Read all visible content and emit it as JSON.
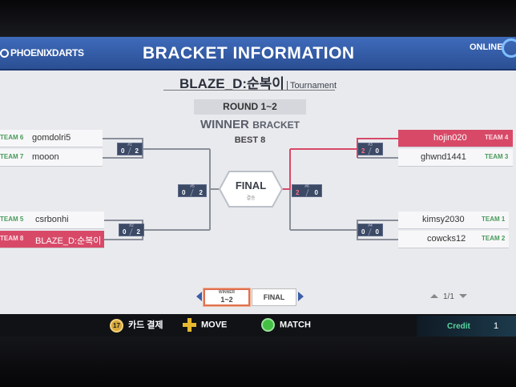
{
  "header": {
    "logo": "PHOENIXDARTS",
    "title": "BRACKET INFORMATION",
    "status": "ONLINE"
  },
  "tournament": {
    "name": "BLAZE_D:순복이",
    "type": "Tournament"
  },
  "round": {
    "label": "ROUND 1~2",
    "bracket_main": "WINNER",
    "bracket_sub": "BRACKET",
    "best": "BEST 8"
  },
  "left_top": {
    "a_team": "TEAM 6",
    "a_player": "gomdolri5",
    "b_team": "TEAM 7",
    "b_player": "mooon",
    "badge": "#1",
    "score_a": "0",
    "score_b": "2"
  },
  "left_bottom": {
    "a_team": "TEAM 5",
    "a_player": "csrbonhi",
    "b_team": "TEAM 8",
    "b_player": "BLAZE_D:순복이",
    "badge": "#2",
    "score_a": "0",
    "score_b": "2"
  },
  "left_semi": {
    "badge": "#5",
    "score_a": "0",
    "score_b": "2"
  },
  "right_top": {
    "a_team": "TEAM 4",
    "a_player": "hojin020",
    "b_team": "TEAM 3",
    "b_player": "ghwnd1441",
    "badge": "#3",
    "score_a": "2",
    "score_b": "0"
  },
  "right_bottom": {
    "a_team": "TEAM 1",
    "a_player": "kimsy2030",
    "b_team": "TEAM 2",
    "b_player": "cowcks12",
    "badge": "#4",
    "score_a": "0",
    "score_b": "0"
  },
  "right_semi": {
    "badge": "#6",
    "score_a": "2",
    "score_b": "0"
  },
  "final": {
    "label": "FINAL",
    "sub": "결승"
  },
  "pager": {
    "tab1_top": "WINNER",
    "tab1_bottom": "1~2",
    "tab2": "FINAL",
    "page": "1/1"
  },
  "footer": {
    "card_icon": "17",
    "card_label": "카드 결제",
    "move_label": "MOVE",
    "match_label": "MATCH",
    "credit_label": "Credit",
    "credit_value": "1"
  },
  "colors": {
    "header": "#2f5aa6",
    "highlight": "#d84968",
    "winner_line": "#d84968",
    "line": "#8a8f99"
  }
}
